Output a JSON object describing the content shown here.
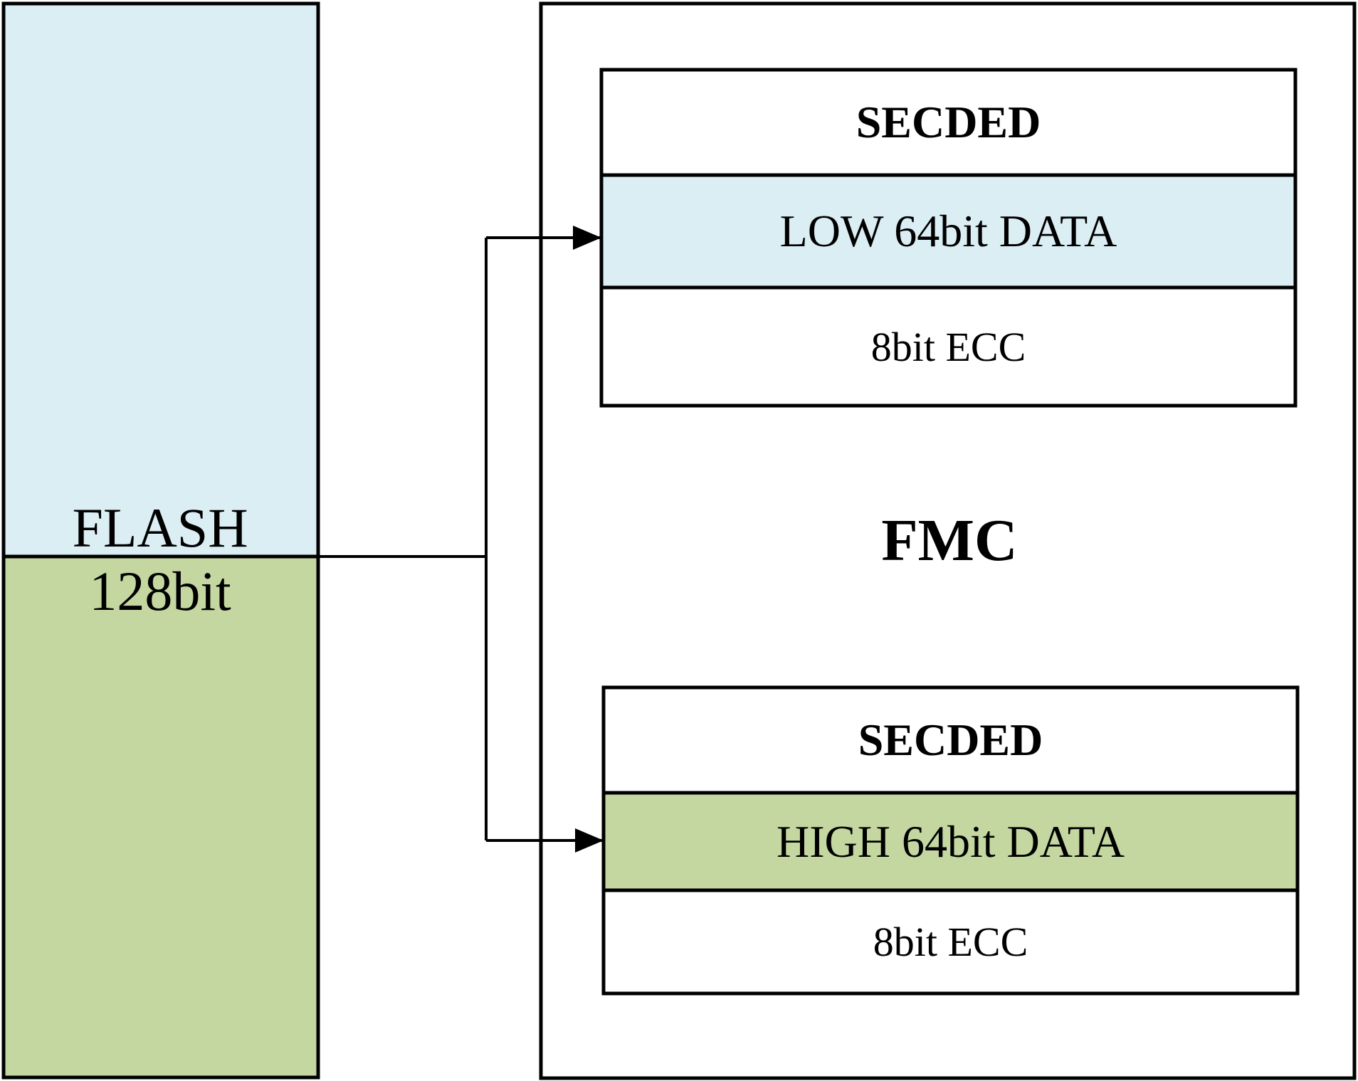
{
  "colors": {
    "low_fill": "#dbeef4",
    "high_fill": "#c4d7a0",
    "stroke": "#000000",
    "background": "#ffffff"
  },
  "flash": {
    "name": "FLASH",
    "width": "128bit"
  },
  "fmc": {
    "title": "FMC",
    "low_block": {
      "header": "SECDED",
      "data": "LOW 64bit DATA",
      "ecc": "8bit ECC"
    },
    "high_block": {
      "header": "SECDED",
      "data": "HIGH 64bit DATA",
      "ecc": "8bit ECC"
    }
  }
}
